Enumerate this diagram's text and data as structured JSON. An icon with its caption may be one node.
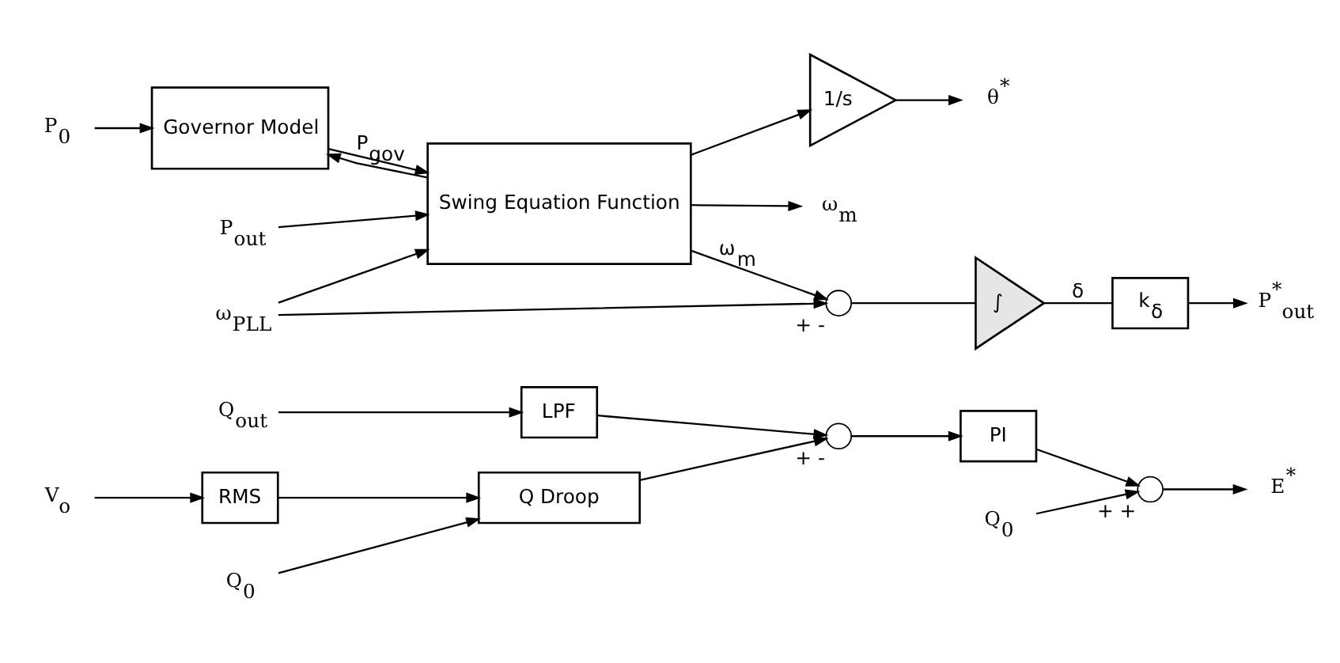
{
  "diagram": {
    "nodes": [
      {
        "text": [
          "Q$_{out}$"
        ]
      },
      {
        "text": [
          "LPF"
        ]
      },
      {
        "text": [
          "V$_{o}$"
        ]
      },
      {
        "text": [
          "RMS"
        ]
      },
      {
        "text": [
          "Q$_{0}$"
        ]
      },
      {
        "text": [
          "Q Droop"
        ]
      },
      {
        "text": [],
        "shape": "circle",
        "beside": [
          "+",
          "-"
        ]
      },
      {
        "text": [
          "PI"
        ]
      },
      {
        "text": [
          "Q$_{0}$"
        ]
      },
      {
        "text": [],
        "shape": "circle",
        "beside": [
          "+",
          "+"
        ]
      },
      {
        "text": [
          "E$^{*}$"
        ]
      },
      {
        "text": [
          "Governor Model"
        ]
      },
      {
        "text": [
          "P$_{0}$"
        ]
      },
      {
        "text": [
          "Swing Equation Function"
        ]
      },
      {
        "text": [
          "P$_{out}$"
        ]
      },
      {
        "text": [
          "1/s"
        ]
      },
      {
        "text": [
          "θ$^{*}$"
        ]
      },
      {
        "text": [
          "ω$_{m}$"
        ]
      },
      {
        "text": [],
        "shape": "circle",
        "beside": [
          "+",
          "-"
        ]
      },
      {
        "text": [
          "∫"
        ]
      },
      {
        "text": [
          "k$_{δ}$"
        ]
      },
      {
        "text": [
          "P$^{*}$$_{out}$"
        ]
      },
      {
        "text": [
          "ω$_{PLL}$"
        ]
      }
    ],
    "edges": [
      {
        "from": 0,
        "to": 1,
        "arrow": "to"
      },
      {
        "from": 1,
        "to": 6,
        "arrow": "to"
      },
      {
        "from": 2,
        "to": 3,
        "arrow": "to"
      },
      {
        "from": 4,
        "to": 5,
        "arrow": "to"
      },
      {
        "from": 3,
        "to": 5,
        "arrow": "to"
      },
      {
        "from": 5,
        "to": 6,
        "arrow": "to"
      },
      {
        "from": 6,
        "to": 7,
        "arrow": "to"
      },
      {
        "from": 7,
        "to": 9,
        "arrow": "to"
      },
      {
        "from": 8,
        "to": 9,
        "arrow": "to"
      },
      {
        "from": 9,
        "to": 10,
        "arrow": "to"
      },
      {
        "from": 13,
        "to": 17,
        "arrow": "to"
      },
      {
        "from": 13,
        "to": 11,
        "arrow": "to"
      },
      {
        "from": 12,
        "to": 11,
        "arrow": "to"
      },
      {
        "from": 11,
        "to": 13,
        "arrow": "to",
        "label": "P$_{gov}$"
      },
      {
        "from": 14,
        "to": 13,
        "arrow": "to"
      },
      {
        "from": 13,
        "to": 15,
        "arrow": "to"
      },
      {
        "from": 15,
        "to": 16,
        "arrow": "to"
      },
      {
        "from": 13,
        "to": 18,
        "arrow": "to",
        "label": "ω$_{m}$"
      },
      {
        "from": 22,
        "to": 18,
        "arrow": "to"
      },
      {
        "from": 22,
        "to": 13,
        "arrow": "to"
      },
      {
        "from": 18,
        "to": 19,
        "arrow": "none"
      },
      {
        "from": 19,
        "to": 20,
        "arrow": "none",
        "label": "δ"
      },
      {
        "from": 20,
        "to": 21,
        "arrow": "to"
      }
    ]
  }
}
